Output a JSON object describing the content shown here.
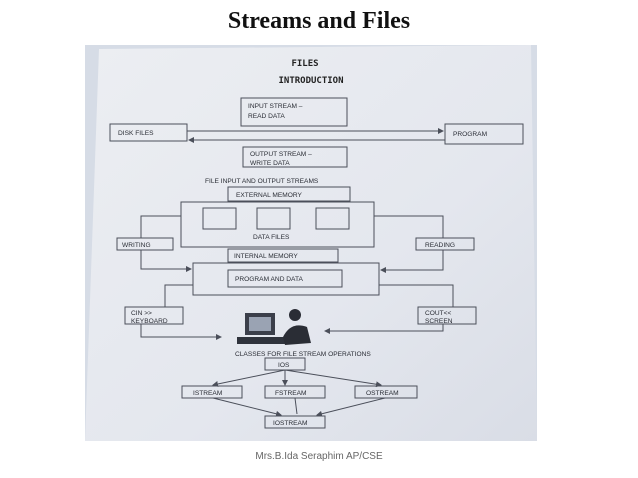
{
  "title": "Streams and Files",
  "footer": "Mrs.B.Ida Seraphim   AP/CSE",
  "diagram": {
    "heading1": "FILES",
    "heading2": "INTRODUCTION",
    "input_stream_1": "INPUT STREAM –",
    "input_stream_2": "READ DATA",
    "disk_files": "DISK FILES",
    "program": "PROGRAM",
    "output_stream_1": "OUTPUT STREAM –",
    "output_stream_2": "WRITE DATA",
    "section_file_io": "FILE INPUT AND OUTPUT STREAMS",
    "external_memory": "EXTERNAL MEMORY",
    "data_files": "DATA FILES",
    "writing": "WRITING",
    "reading": "READING",
    "internal_memory": "INTERNAL MEMORY",
    "program_and_data": "PROGRAM AND DATA",
    "cin_1": "CIN >>",
    "cin_2": "KEYBOARD",
    "cout_1": "COUT<<",
    "cout_2": "SCREEN",
    "section_classes": "CLASSES FOR FILE STREAM OPERATIONS",
    "ios": "IOS",
    "istream": "ISTREAM",
    "fstream": "FSTREAM",
    "ostream": "OSTREAM",
    "iostream": "IOSTREAM"
  }
}
